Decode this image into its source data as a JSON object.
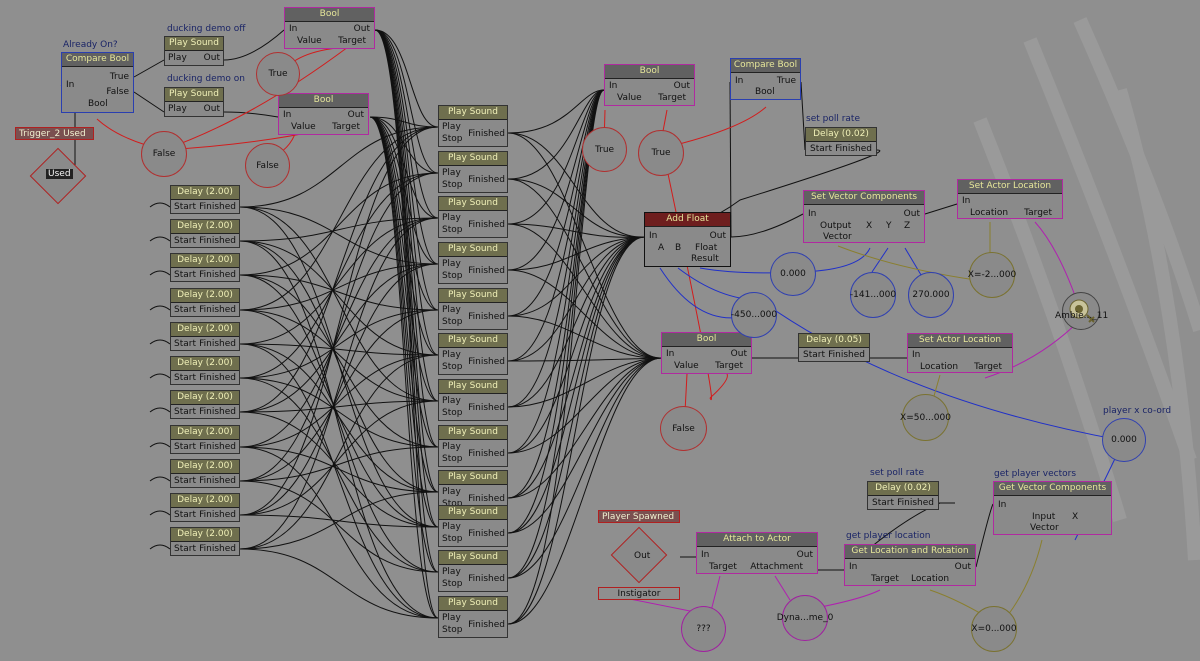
{
  "captions": {
    "already_on": "Already On?",
    "ducking_off": "ducking demo off",
    "ducking_on": "ducking demo on",
    "set_poll_rate_1": "set poll rate",
    "set_poll_rate_2": "set poll rate",
    "player_x": "player x co-ord",
    "get_player_vectors": "get player vectors",
    "get_player_location": "get player location"
  },
  "trigger": {
    "title": "Trigger_2 Used",
    "used": "Used"
  },
  "compare_bool_1": {
    "title": "Compare Bool",
    "in": "In",
    "true": "True",
    "false": "False",
    "bool": "Bool"
  },
  "compare_bool_2": {
    "title": "Compare Bool",
    "in": "In",
    "true": "True",
    "bool": "Bool"
  },
  "bool_labels": {
    "title": "Bool",
    "in": "In",
    "out": "Out",
    "value": "Value",
    "target": "Target"
  },
  "play_sound": {
    "title": "Play Sound",
    "play": "Play",
    "out": "Out",
    "stop": "Stop",
    "finished": "Finished"
  },
  "delay": {
    "title": "Delay (2.00)",
    "start": "Start",
    "finished": "Finished"
  },
  "delay_002": {
    "title": "Delay (0.02)"
  },
  "delay_005": {
    "title": "Delay (0.05)"
  },
  "add_float": {
    "title": "Add Float",
    "in": "In",
    "out": "Out",
    "a": "A",
    "b": "B",
    "float": "Float",
    "result": "Result"
  },
  "set_vector": {
    "title": "Set Vector Components",
    "in": "In",
    "out": "Out",
    "output": "Output",
    "vector": "Vector",
    "x": "X",
    "y": "Y",
    "z": "Z"
  },
  "set_actor": {
    "title": "Set Actor Location",
    "in": "In",
    "location": "Location",
    "target": "Target"
  },
  "get_vector": {
    "title": "Get Vector Components",
    "in": "In",
    "input": "Input",
    "vector": "Vector",
    "x": "X"
  },
  "attach": {
    "title": "Attach to Actor",
    "in": "In",
    "out": "Out",
    "target": "Target",
    "attachment": "Attachment"
  },
  "get_loc": {
    "title": "Get Location and Rotation",
    "in": "In",
    "out": "Out",
    "target": "Target",
    "location": "Location"
  },
  "player_spawned": {
    "title": "Player Spawned",
    "out": "Out",
    "instigator": "Instigator"
  },
  "vars": {
    "true": "True",
    "false": "False",
    "zero": "0.000",
    "neg141": "-141...000",
    "v270": "270.000",
    "neg450": "-450...000",
    "xneg2": "X=-2...000",
    "x50": "X=50...000",
    "player_x": "0.000",
    "x0": "X=0...000",
    "unknown": "???",
    "dyna": "Dyna...me_0",
    "ambient": "Ambie..._11"
  }
}
